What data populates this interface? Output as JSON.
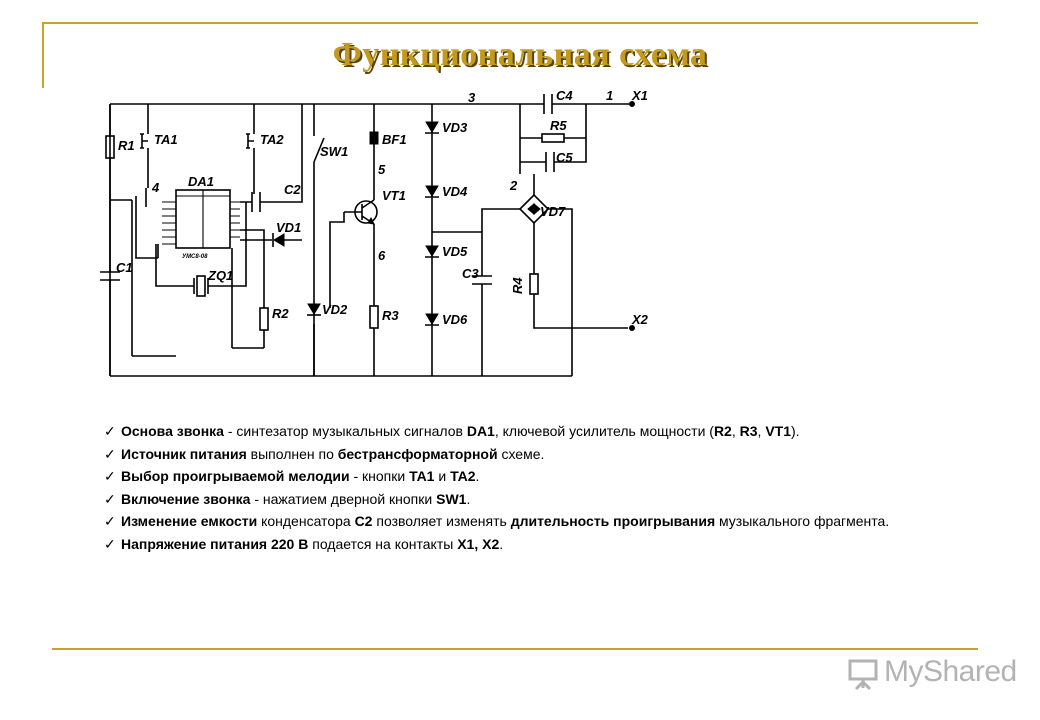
{
  "title": "Функциональная схема",
  "logo": {
    "text": "MyShared",
    "icon": "presentation-board-icon"
  },
  "colors": {
    "accent": "#c9a227",
    "title": "#c39a1e",
    "logo": "#b3b3b3"
  },
  "schematic": {
    "labels": {
      "r1": "R1",
      "ta1": "TA1",
      "ta2": "TA2",
      "sw1": "SW1",
      "bf1": "BF1",
      "vd3": "VD3",
      "vd4": "VD4",
      "vd5": "VD5",
      "vd6": "VD6",
      "c4": "C4",
      "r5": "R5",
      "c5": "C5",
      "x1": "X1",
      "x2": "X2",
      "vd7": "VD7",
      "r4": "R4",
      "c3": "C3",
      "r3": "R3",
      "vd2": "VD2",
      "r2": "R2",
      "zq1": "ZQ1",
      "c1": "C1",
      "da1": "DA1",
      "chip_name": "УМС8-08",
      "c2": "C2",
      "vd1": "VD1",
      "vt1": "VT1",
      "n1": "1",
      "n2": "2",
      "n3": "3",
      "n4": "4",
      "n5": "5",
      "n6": "6"
    }
  },
  "bullets": [
    {
      "parts": [
        {
          "t": "Основа звонка",
          "b": true
        },
        {
          "t": " - синтезатор музыкальных сигналов ",
          "b": false
        },
        {
          "t": "DA1",
          "b": true
        },
        {
          "t": ", ключевой усилитель мощности (",
          "b": false
        },
        {
          "t": "R2",
          "b": true
        },
        {
          "t": ", ",
          "b": false
        },
        {
          "t": "R3",
          "b": true
        },
        {
          "t": ", ",
          "b": false
        },
        {
          "t": "VT1",
          "b": true
        },
        {
          "t": ").",
          "b": false
        }
      ]
    },
    {
      "parts": [
        {
          "t": "Источник питания",
          "b": true
        },
        {
          "t": " выполнен по ",
          "b": false
        },
        {
          "t": "бестрансформаторной",
          "b": true
        },
        {
          "t": " схеме.",
          "b": false
        }
      ]
    },
    {
      "parts": [
        {
          "t": "Выбор проигрываемой мелодии",
          "b": true
        },
        {
          "t": " - кнопки ",
          "b": false
        },
        {
          "t": "TA1",
          "b": true
        },
        {
          "t": " и ",
          "b": false
        },
        {
          "t": "TA2",
          "b": true
        },
        {
          "t": ".",
          "b": false
        }
      ]
    },
    {
      "parts": [
        {
          "t": "Включение звонка",
          "b": true
        },
        {
          "t": " - нажатием дверной кнопки ",
          "b": false
        },
        {
          "t": "SW1",
          "b": true
        },
        {
          "t": ".",
          "b": false
        }
      ]
    },
    {
      "parts": [
        {
          "t": "Изменение емкости",
          "b": true
        },
        {
          "t": " конденсатора ",
          "b": false
        },
        {
          "t": "C2",
          "b": true
        },
        {
          "t": " позволяет изменять ",
          "b": false
        },
        {
          "t": "длительность проигрывания",
          "b": true
        },
        {
          "t": " музыкального фрагмента.",
          "b": false
        }
      ]
    },
    {
      "parts": [
        {
          "t": "Напряжение питания 220 В",
          "b": true
        },
        {
          "t": " подается на контакты ",
          "b": false
        },
        {
          "t": "X1, X2",
          "b": true
        },
        {
          "t": ".",
          "b": false
        }
      ]
    }
  ]
}
